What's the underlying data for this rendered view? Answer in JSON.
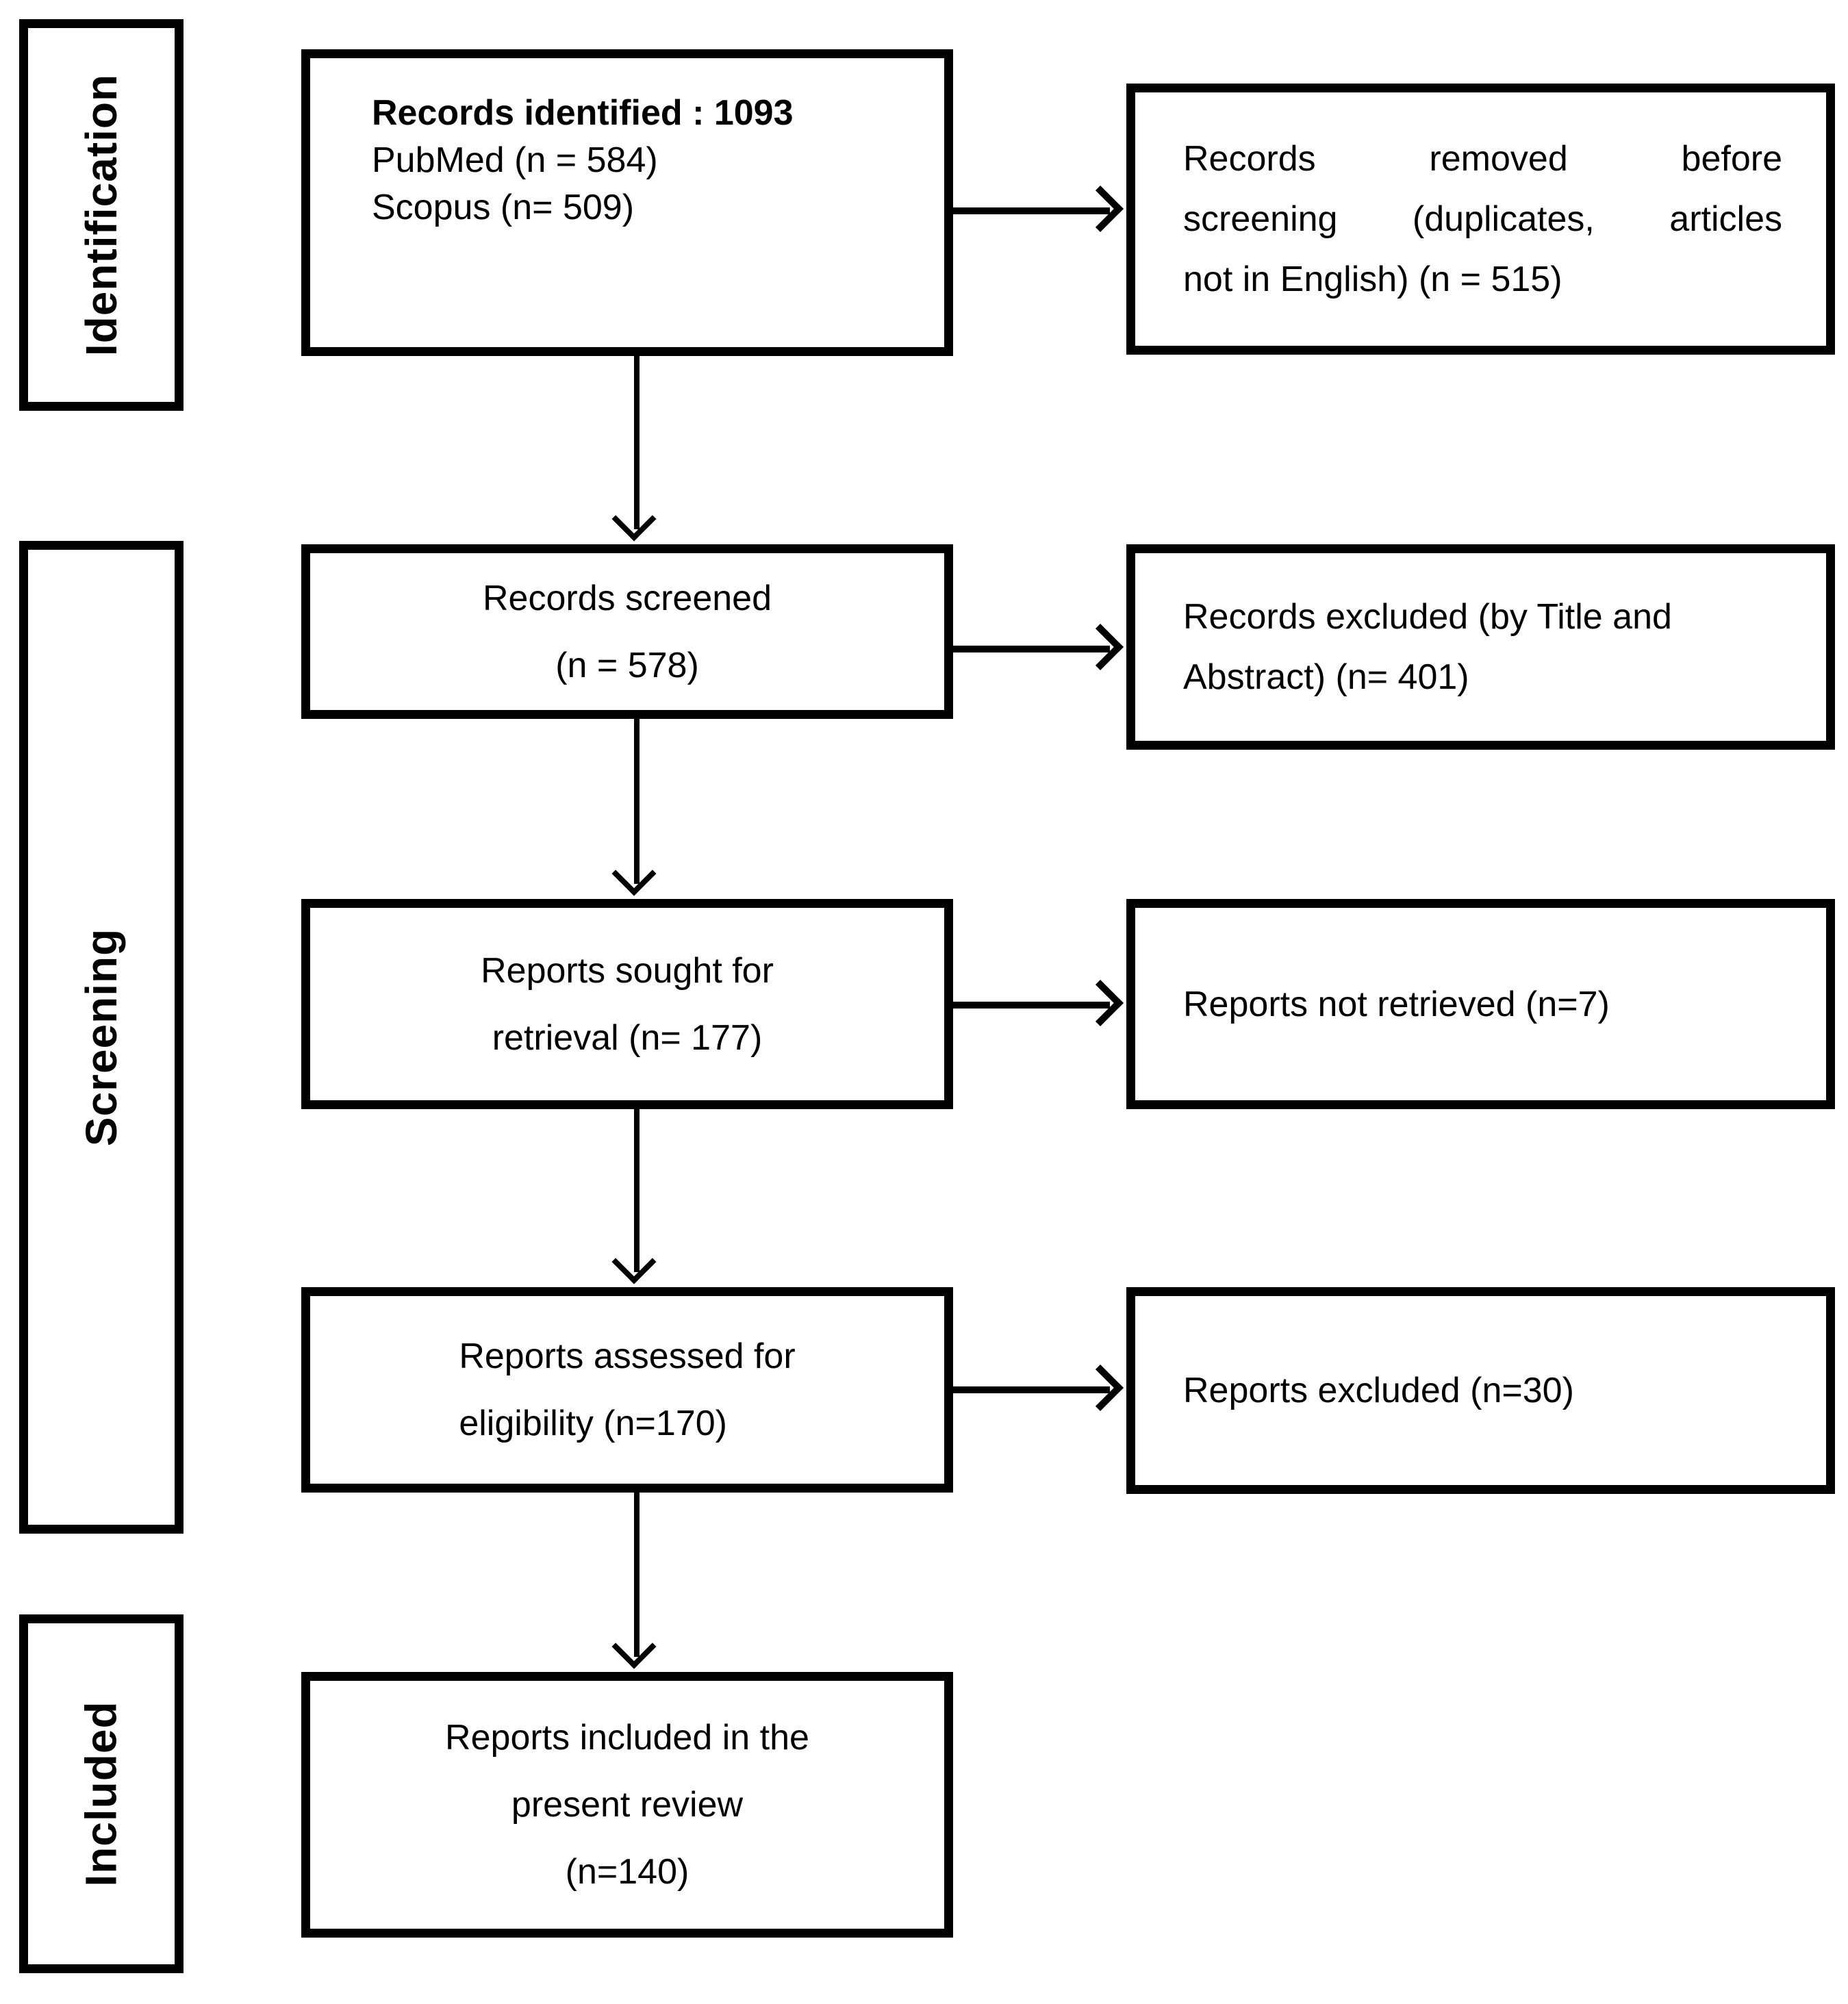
{
  "diagram": {
    "stages": [
      {
        "label": "Identification"
      },
      {
        "label": "Screening"
      },
      {
        "label": "Included"
      }
    ],
    "boxes": {
      "identified": {
        "title": "Records identified : 1093",
        "lines": [
          "PubMed (n = 584)",
          "Scopus (n= 509)"
        ]
      },
      "removed": {
        "lines": [
          "Records removed before",
          "screening (duplicates, articles",
          "not in English) (n = 515)"
        ]
      },
      "screened": {
        "lines": [
          "Records screened",
          "(n = 578)"
        ]
      },
      "excluded_screening": {
        "lines": [
          "Records excluded (by Title and",
          "Abstract) (n= 401)"
        ]
      },
      "sought": {
        "lines": [
          "Reports sought for",
          "retrieval (n= 177)"
        ]
      },
      "not_retrieved": {
        "lines": [
          "Reports not retrieved (n=7)"
        ]
      },
      "assessed": {
        "lines": [
          "Reports assessed for",
          "eligibility (n=170)"
        ]
      },
      "excluded_reports": {
        "lines": [
          "Reports excluded (n=30)"
        ]
      },
      "included_reports": {
        "lines": [
          "Reports included in the",
          "present review",
          "(n=140)"
        ]
      }
    },
    "colors": {
      "line": "#000000",
      "background": "#ffffff",
      "text": "#000000"
    }
  }
}
